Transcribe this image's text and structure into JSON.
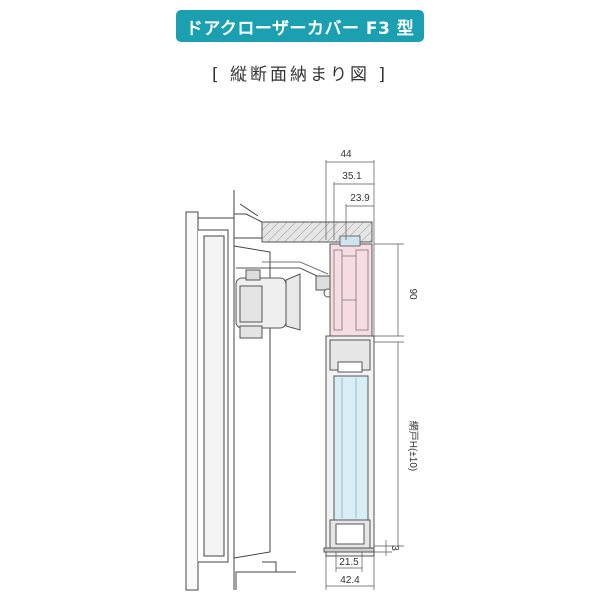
{
  "title": "ドアクローザーカバー F3 型",
  "subtitle": "[ 縦断面納まり図 ]",
  "dimensions": {
    "top_width_outer": "44",
    "top_width_mid": "35.1",
    "top_width_inner": "23.9",
    "cover_height": "90",
    "screen_height": "網戸H(±10)",
    "bottom_gap": "3",
    "bottom_width_inner": "21.5",
    "bottom_width_outer": "42.4"
  },
  "colors": {
    "accent": "#1aa0b0",
    "cover_fill": "#f7dde3",
    "glass_fill": "#d9edf5"
  }
}
